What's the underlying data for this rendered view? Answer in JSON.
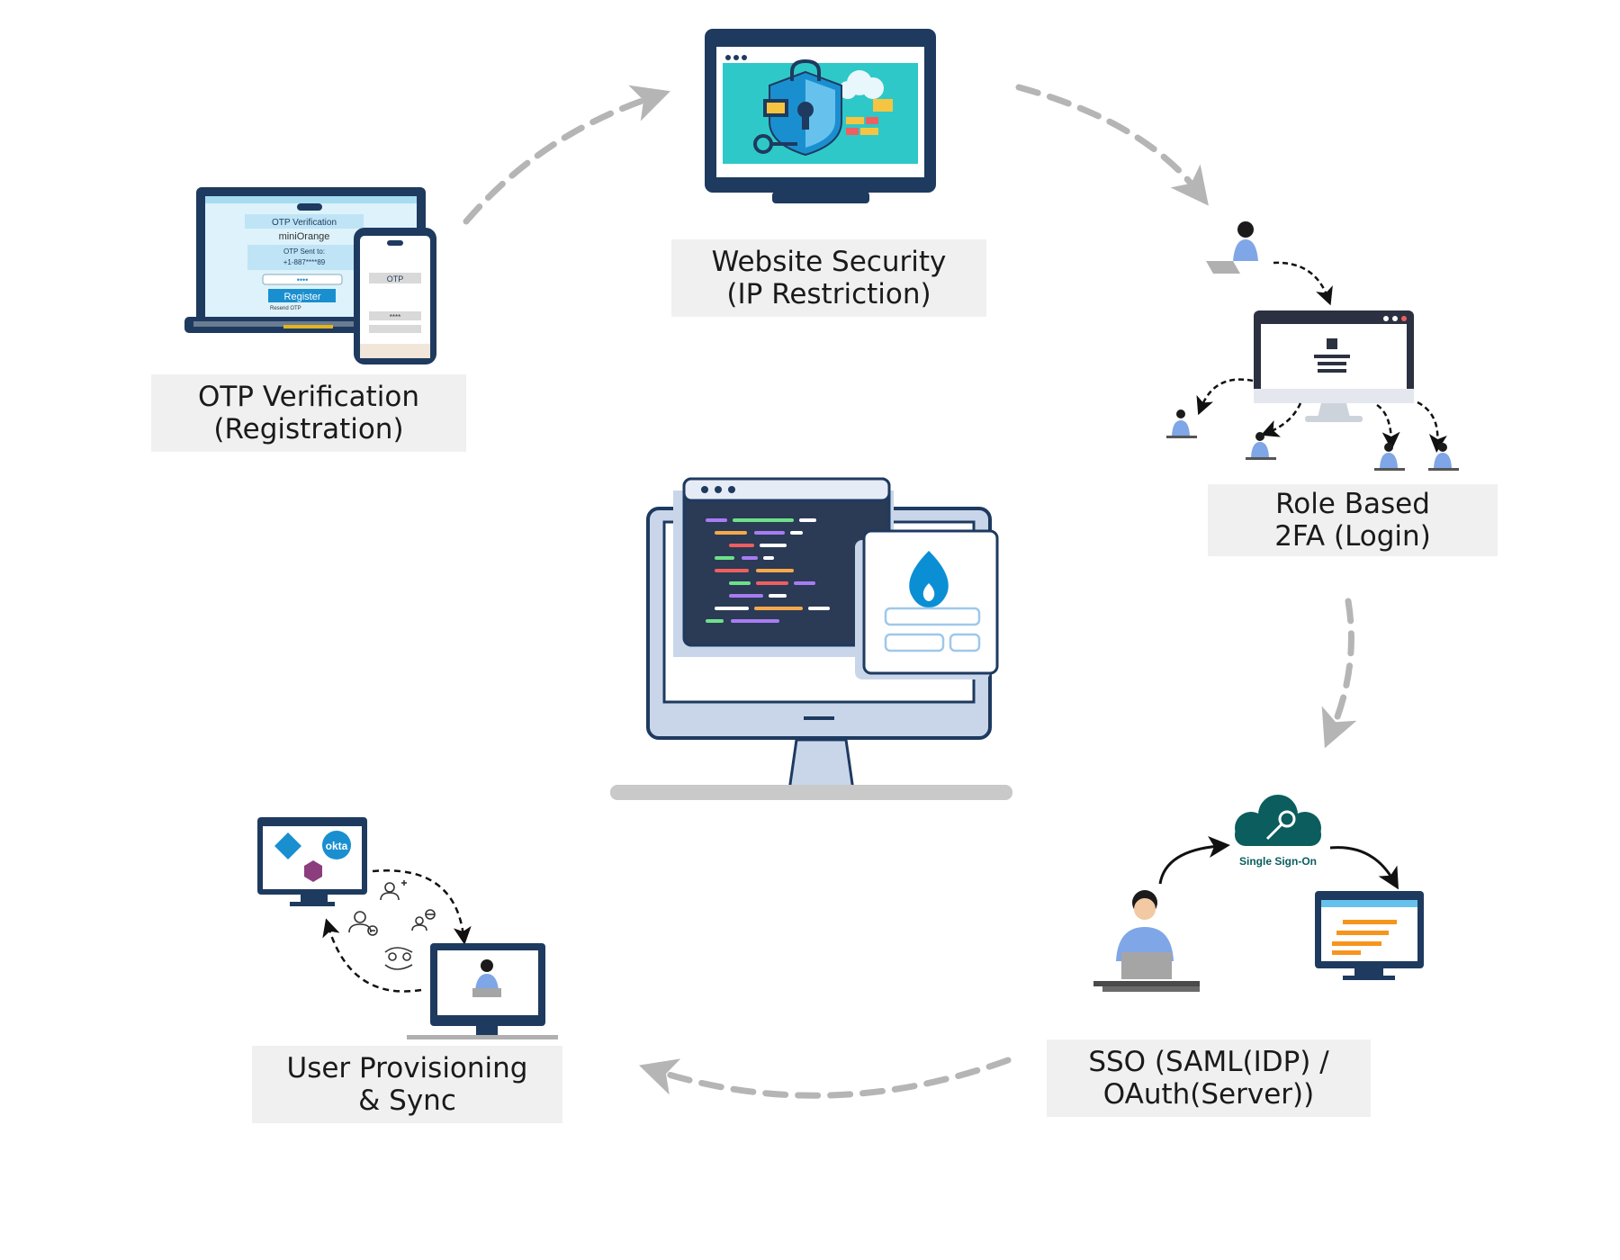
{
  "steps": [
    {
      "line1": "OTP Verification",
      "line2": "(Registration)"
    },
    {
      "line1": "Website Security",
      "line2": "(IP Restriction)"
    },
    {
      "line1": "Role Based",
      "line2": "2FA (Login)"
    },
    {
      "line1": "SSO (SAML(IDP) /",
      "line2": "OAuth(Server))"
    },
    {
      "line1": "User Provisioning",
      "line2": "& Sync"
    }
  ],
  "otp_screen": {
    "title": "OTP Verification",
    "brand": "miniOrange",
    "sent_to": "OTP Sent to:",
    "phone": "+1-887****89",
    "code": "••••",
    "register": "Register",
    "resend": "Resend OTP",
    "phone_label": "OTP",
    "phone_code": "****"
  },
  "sso": {
    "cloud_label": "Single Sign-On"
  },
  "provisioning": {
    "okta": "okta"
  },
  "colors": {
    "navy": "#1e3a5f",
    "teal": "#2ec8c8",
    "cloud": "#0b5d5e",
    "drupal": "#0a8fd4",
    "orange": "#f7941d",
    "arrow_gray": "#b5b5b5"
  }
}
